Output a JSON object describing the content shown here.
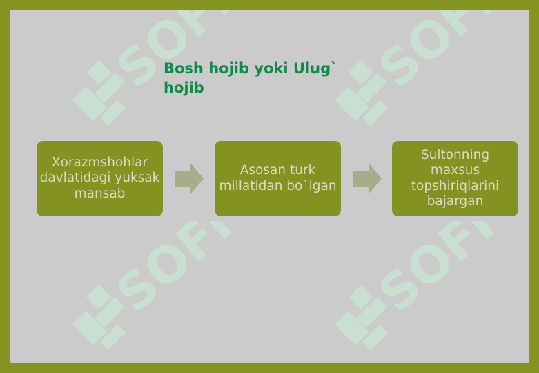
{
  "title": "Bosh hojib yoki Ulug` hojib",
  "steps": [
    {
      "text": "Xorazmshohlar davlatidagi yuksak mansab"
    },
    {
      "text": "Asosan turk millatidan bo`lgan"
    },
    {
      "text": "Sultonning maxsus topshiriqlarini bajargan"
    }
  ],
  "watermark": {
    "text": "SOFF"
  },
  "colors": {
    "border": "#859421",
    "background": "#cbcbcb",
    "box": "#839220",
    "box_text": "#d7dcc4",
    "title": "#0f8a4a",
    "arrow": "#a7ad8a",
    "watermark": "#c6f0d8"
  }
}
